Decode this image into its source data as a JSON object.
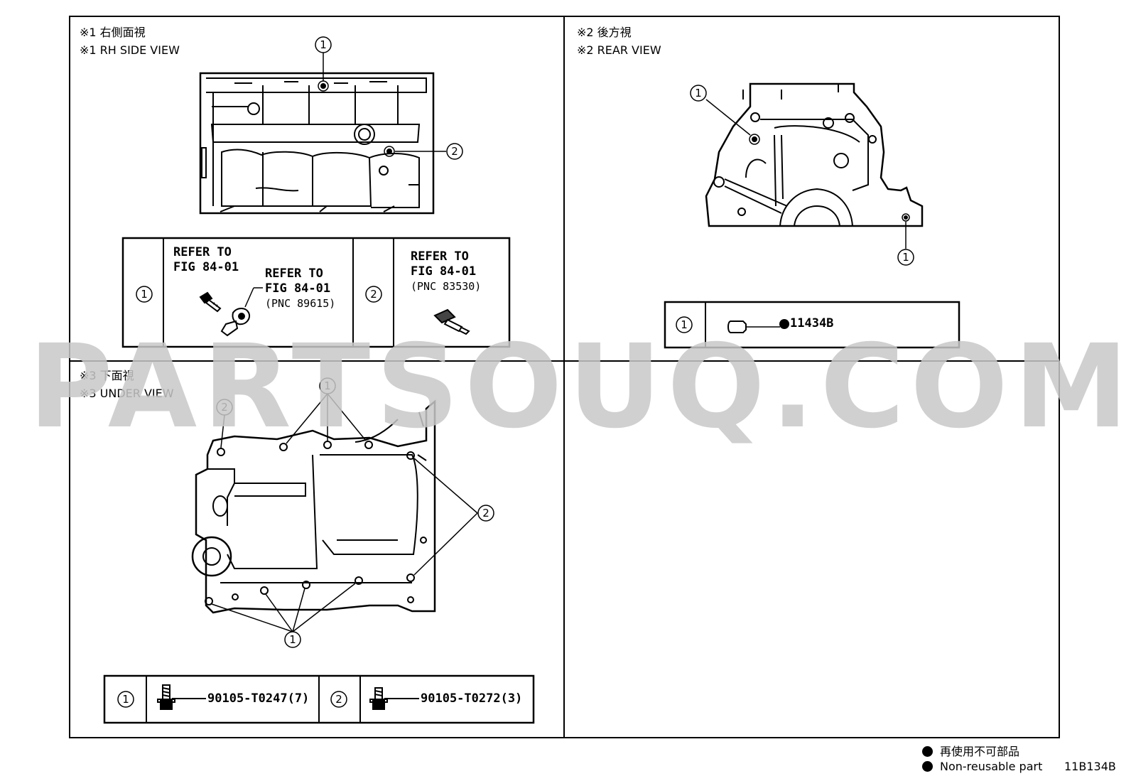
{
  "panels": {
    "rh_side": {
      "title_jp": "※1 右側面視",
      "title_en": "※1 RH SIDE VIEW"
    },
    "rear": {
      "title_jp": "※2 後方視",
      "title_en": "※2 REAR VIEW"
    },
    "under": {
      "title_jp": "※3 下面視",
      "title_en": "※3 UNDER VIEW"
    }
  },
  "callouts": {
    "one": "1",
    "two": "2"
  },
  "rh_table": {
    "row1": {
      "ref_a_line1": "REFER TO",
      "ref_a_line2": "FIG 84-01",
      "ref_b_line1": "REFER TO",
      "ref_b_line2": "FIG 84-01",
      "ref_b_pnc": "(PNC 89615)"
    },
    "row2": {
      "ref_line1": "REFER TO",
      "ref_line2": "FIG 84-01",
      "ref_pnc": "(PNC 83530)"
    }
  },
  "rear_table": {
    "part": "11434B"
  },
  "under_table": {
    "part1": "90105-T0247(7)",
    "part2": "90105-T0272(3)"
  },
  "legend": {
    "jp": "再使用不可部品",
    "en": "Non-reusable part"
  },
  "figure_code": "11B134B",
  "watermark": "PARTSOUQ.COM"
}
